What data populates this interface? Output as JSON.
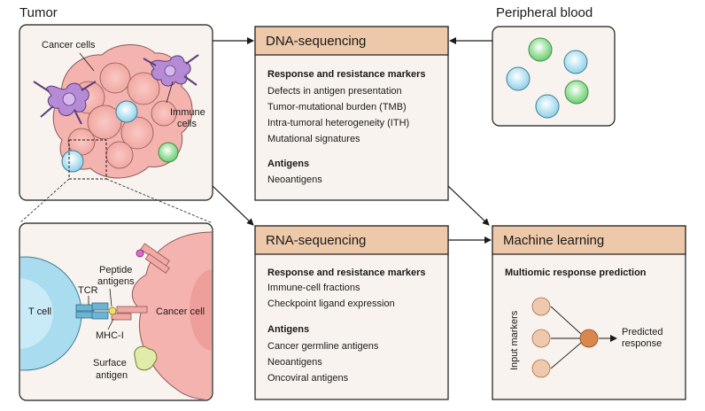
{
  "sections": {
    "tumor_title": "Tumor",
    "blood_title": "Peripheral blood"
  },
  "tumor_labels": {
    "cancer_cells": "Cancer cells",
    "immune_cells_1": "Immune",
    "immune_cells_2": "cells"
  },
  "zoom_labels": {
    "t_cell": "T cell",
    "tcr": "TCR",
    "peptide_1": "Peptide",
    "peptide_2": "antigens",
    "mhc": "MHC-I",
    "cancer_cell": "Cancer cell",
    "surface_1": "Surface",
    "surface_2": "antigen"
  },
  "dna": {
    "title": "DNA-sequencing",
    "heading1": "Response and resistance markers",
    "markers": [
      "Defects in antigen presentation",
      "Tumor-mutational burden (TMB)",
      "Intra-tumoral heterogeneity (ITH)",
      "Mutational signatures"
    ],
    "heading2": "Antigens",
    "antigens": [
      "Neoantigens"
    ]
  },
  "rna": {
    "title": "RNA-sequencing",
    "heading1": "Response and resistance markers",
    "markers": [
      "Immune-cell fractions",
      "Checkpoint ligand expression"
    ],
    "heading2": "Antigens",
    "antigens": [
      "Cancer germline antigens",
      "Neoantigens",
      "Oncoviral antigens"
    ]
  },
  "ml": {
    "title": "Machine learning",
    "subtitle": "Multiomic response prediction",
    "input_label": "Input markers",
    "output_1": "Predicted",
    "output_2": "response"
  },
  "colors": {
    "box_header": "#edc8a9",
    "box_body": "#f8f3ee",
    "cancer": "#f2a8a3",
    "immune_purple": "#b58bd6",
    "cell_blue": "#a9dcef",
    "cell_green": "#88d88d",
    "tcr_blue": "#6db3d3",
    "node_light": "#efc9ad",
    "node_dark": "#d9874e"
  }
}
